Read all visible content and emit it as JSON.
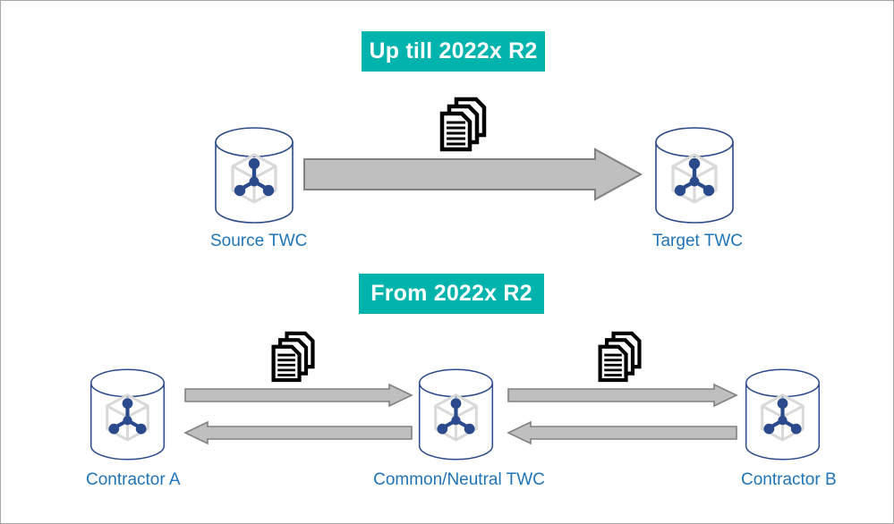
{
  "diagram": {
    "title_top": "Up till 2022x R2",
    "title_bottom": "From 2022x R2",
    "colors": {
      "banner_bg": "#00b3ac",
      "banner_text": "#ffffff",
      "label_text": "#1f74b8",
      "arrow_fill": "#bfbfbf",
      "arrow_stroke": "#808080",
      "cylinder_stroke": "#2b4a8b",
      "node_icon": "#2b4a8b",
      "cube_outline": "#d9d9d9",
      "doc_icon": "#000000",
      "frame_border": "#a6a6a6",
      "background": "#ffffff"
    },
    "sections": [
      {
        "name": "legacy-flow",
        "banner": "Up till 2022x R2",
        "nodes": [
          {
            "id": "source-twc",
            "label": "Source TWC",
            "icon": "database-cylinder-icon"
          },
          {
            "id": "target-twc",
            "label": "Target TWC",
            "icon": "database-cylinder-icon"
          }
        ],
        "connections": [
          {
            "id": "source-to-target",
            "direction": "right",
            "icon": "document-stack-icon"
          }
        ]
      },
      {
        "name": "new-flow",
        "banner": "From 2022x R2",
        "nodes": [
          {
            "id": "contractor-a",
            "label": "Contractor A",
            "icon": "database-cylinder-icon"
          },
          {
            "id": "common-neutral-twc",
            "label": "Common/Neutral TWC",
            "icon": "database-cylinder-icon"
          },
          {
            "id": "contractor-b",
            "label": "Contractor B",
            "icon": "database-cylinder-icon"
          }
        ],
        "connections": [
          {
            "id": "a-to-common",
            "direction": "right",
            "icon": "document-stack-icon"
          },
          {
            "id": "common-to-a",
            "direction": "left",
            "icon": null
          },
          {
            "id": "common-to-b",
            "direction": "right",
            "icon": "document-stack-icon"
          },
          {
            "id": "b-to-common",
            "direction": "left",
            "icon": null
          }
        ]
      }
    ]
  }
}
